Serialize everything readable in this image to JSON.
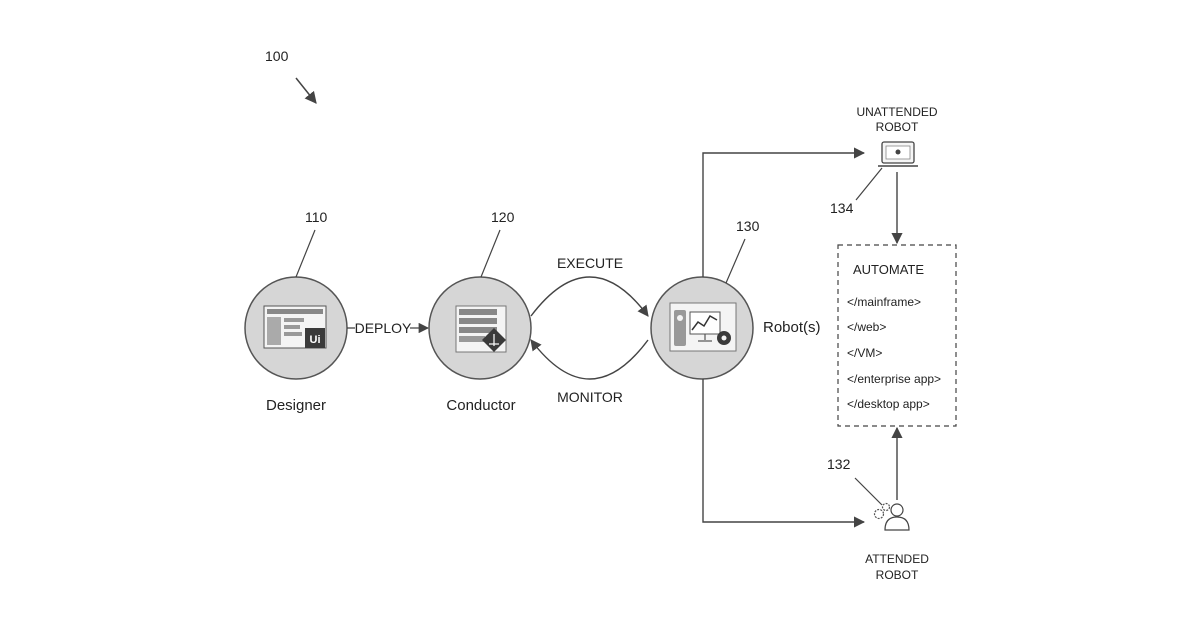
{
  "figure_ref": "100",
  "colors": {
    "node_fill": "#d6d6d6",
    "node_stroke": "#555555",
    "line": "#444444",
    "accent": "#3a3a3a"
  },
  "nodes": {
    "designer": {
      "ref": "110",
      "label": "Designer",
      "icon": "designer-studio-icon",
      "badge": "Ui"
    },
    "conductor": {
      "ref": "120",
      "label": "Conductor",
      "icon": "conductor-server-icon"
    },
    "robots": {
      "ref": "130",
      "label": "Robot(s)",
      "icon": "robot-dashboard-icon"
    },
    "unattended": {
      "ref": "134",
      "label_line1": "UNATTENDED",
      "label_line2": "ROBOT",
      "icon": "laptop-icon"
    },
    "attended": {
      "ref": "132",
      "label_line1": "ATTENDED",
      "label_line2": "ROBOT",
      "icon": "person-gears-icon"
    }
  },
  "edges": {
    "deploy": "DEPLOY",
    "execute": "EXECUTE",
    "monitor": "MONITOR"
  },
  "automate_box": {
    "title": "AUTOMATE",
    "items": [
      "</mainframe>",
      "</web>",
      "</VM>",
      "</enterprise app>",
      "</desktop app>"
    ]
  }
}
